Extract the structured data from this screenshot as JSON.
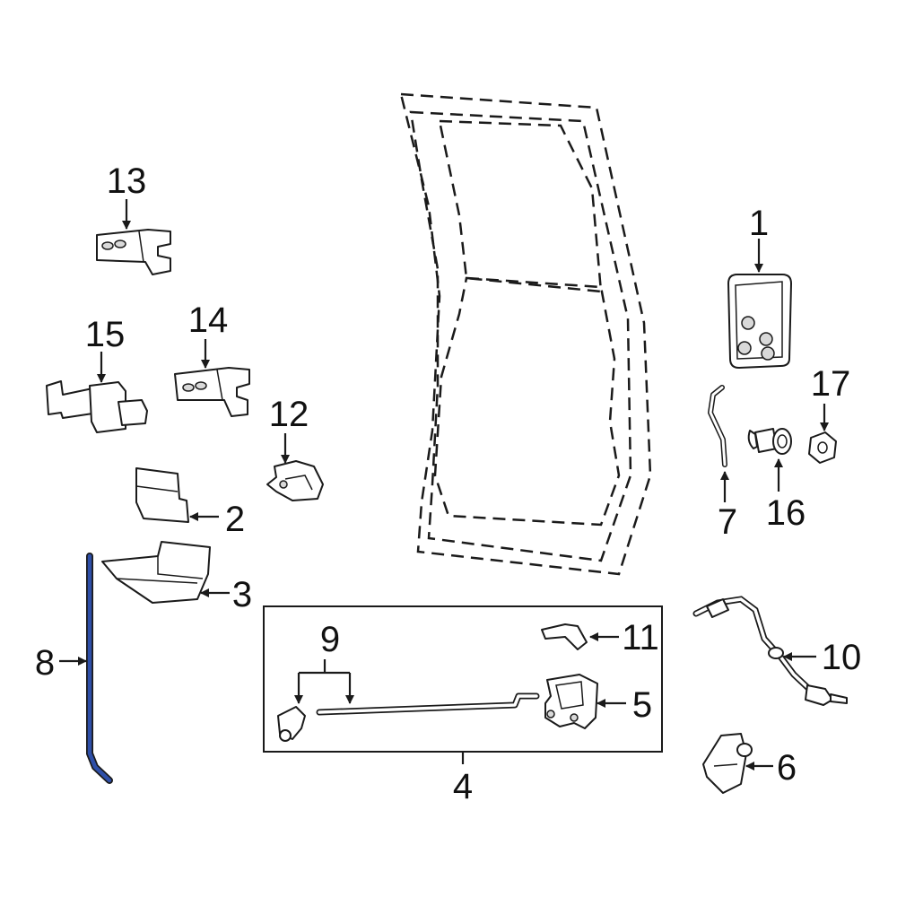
{
  "callouts": {
    "c1": "1",
    "c2": "2",
    "c3": "3",
    "c4": "4",
    "c5": "5",
    "c6": "6",
    "c7": "7",
    "c8": "8",
    "c9": "9",
    "c10": "10",
    "c11": "11",
    "c12": "12",
    "c13": "13",
    "c14": "14",
    "c15": "15",
    "c16": "16",
    "c17": "17"
  },
  "colors": {
    "highlight": "#2e4fa8",
    "line": "#1a1a1a",
    "background": "#ffffff"
  }
}
